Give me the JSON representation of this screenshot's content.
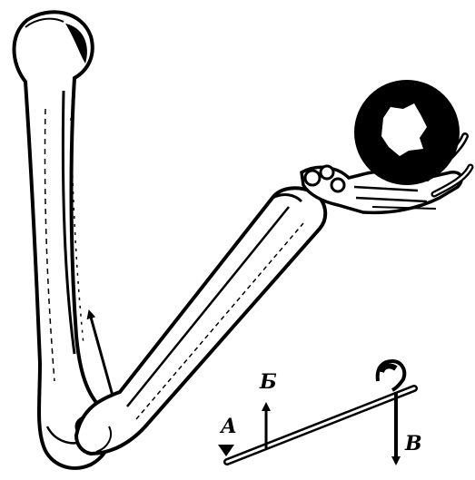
{
  "labels": {
    "a": "А",
    "b": "Б",
    "v": "В"
  },
  "colors": {
    "ink": "#000000",
    "paper": "#ffffff"
  }
}
